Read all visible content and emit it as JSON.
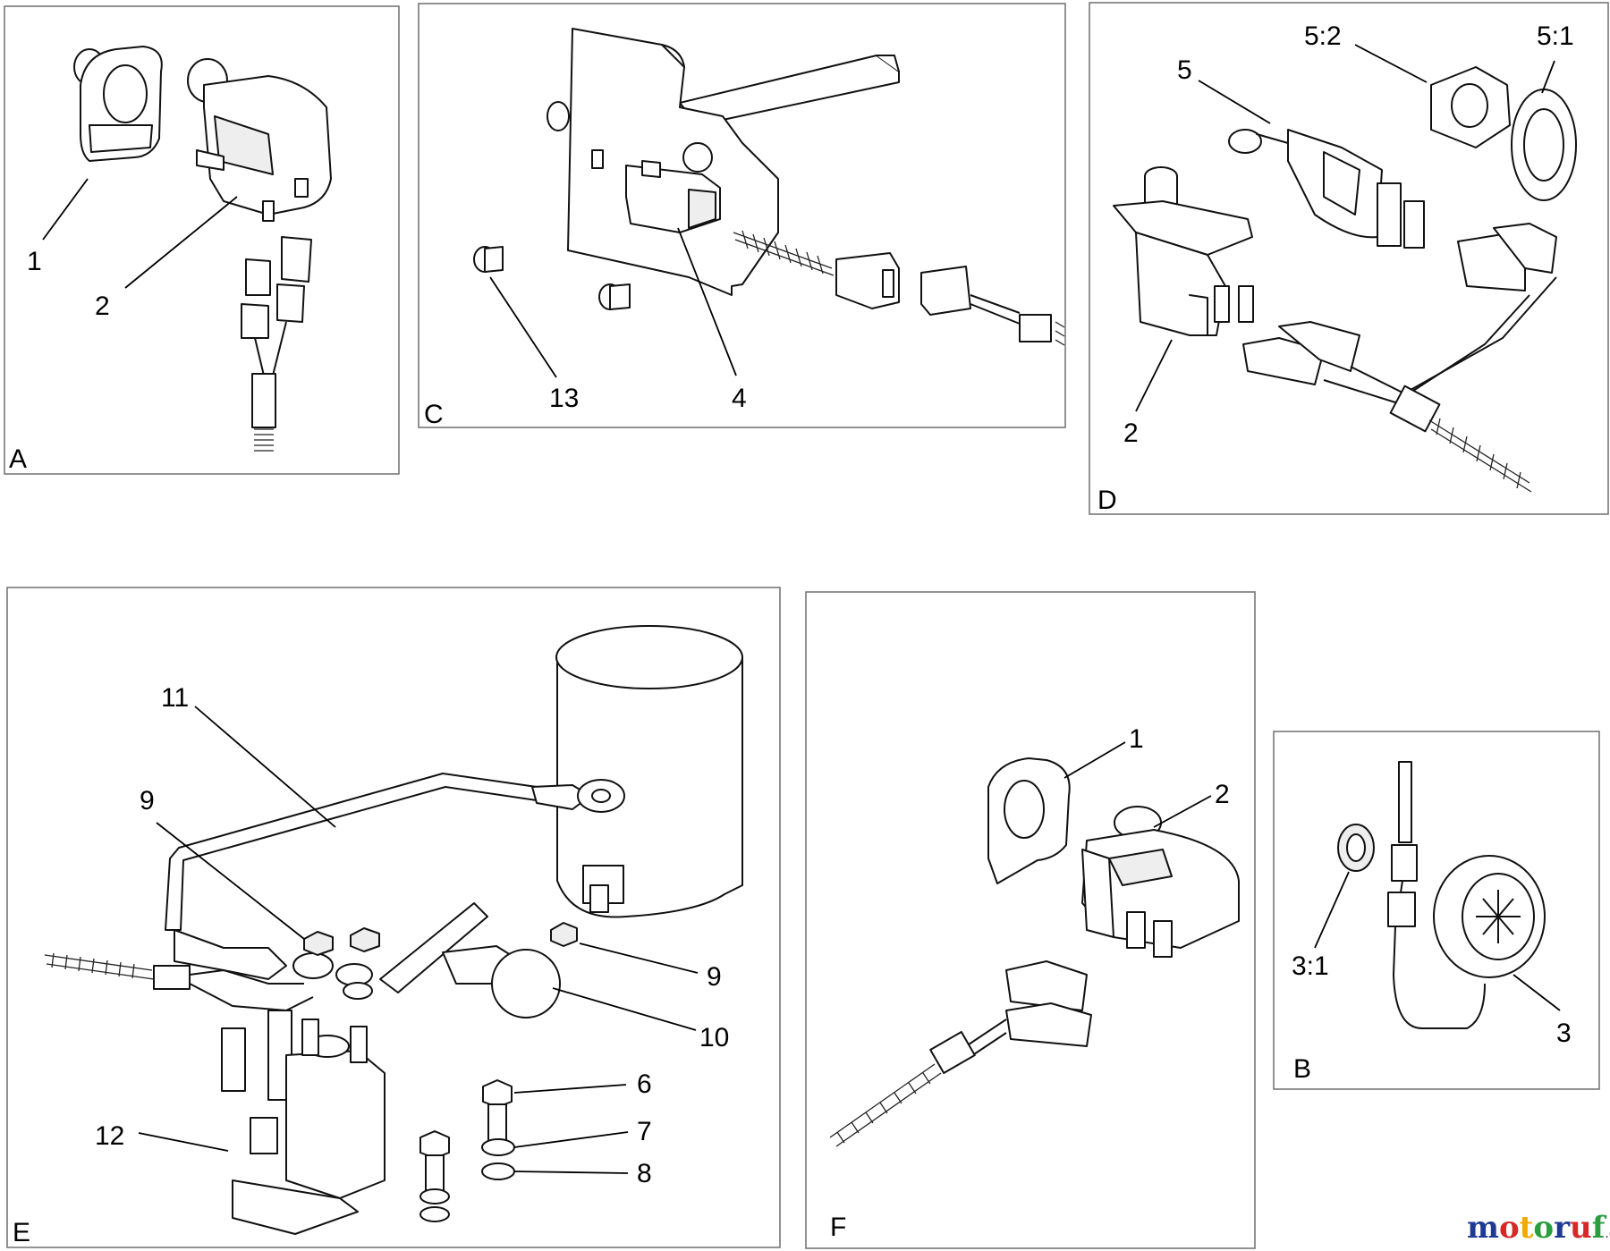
{
  "panels": {
    "A": {
      "letter": "A",
      "callouts": [
        "1",
        "2"
      ]
    },
    "C": {
      "letter": "C",
      "callouts": [
        "13",
        "4"
      ]
    },
    "D": {
      "letter": "D",
      "callouts": [
        "5",
        "5:2",
        "5:1",
        "2"
      ]
    },
    "E": {
      "letter": "E",
      "callouts": [
        "11",
        "9",
        "9",
        "10",
        "6",
        "7",
        "8",
        "12"
      ]
    },
    "F": {
      "letter": "F",
      "callouts": [
        "1",
        "2"
      ]
    },
    "B": {
      "letter": "B",
      "callouts": [
        "3:1",
        "3"
      ]
    }
  },
  "watermark": {
    "brand": "motoruf",
    "tld": ".de",
    "colors": [
      "#1f3a93",
      "#d62828",
      "#f2a900",
      "#2a9d3f"
    ]
  }
}
